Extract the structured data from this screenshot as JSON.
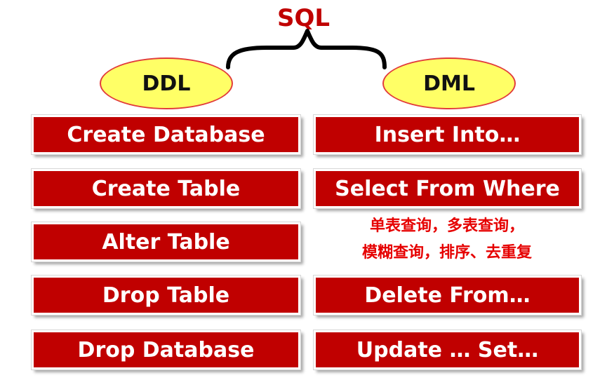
{
  "title": "SQL",
  "ddl": {
    "label": "DDL",
    "items": [
      "Create Database",
      "Create Table",
      "Alter Table",
      "Drop Table",
      "Drop Database"
    ]
  },
  "dml": {
    "label": "DML",
    "items": [
      "Insert Into…",
      "Select From Where",
      "Delete From…",
      "Update … Set…"
    ],
    "note_line1": "单表查询，多表查询，",
    "note_line2": "模糊查询，排序、去重复"
  },
  "colors": {
    "box": "#c00000",
    "ellipse": "#ffff66",
    "title": "#c00000",
    "note": "#e60000"
  }
}
